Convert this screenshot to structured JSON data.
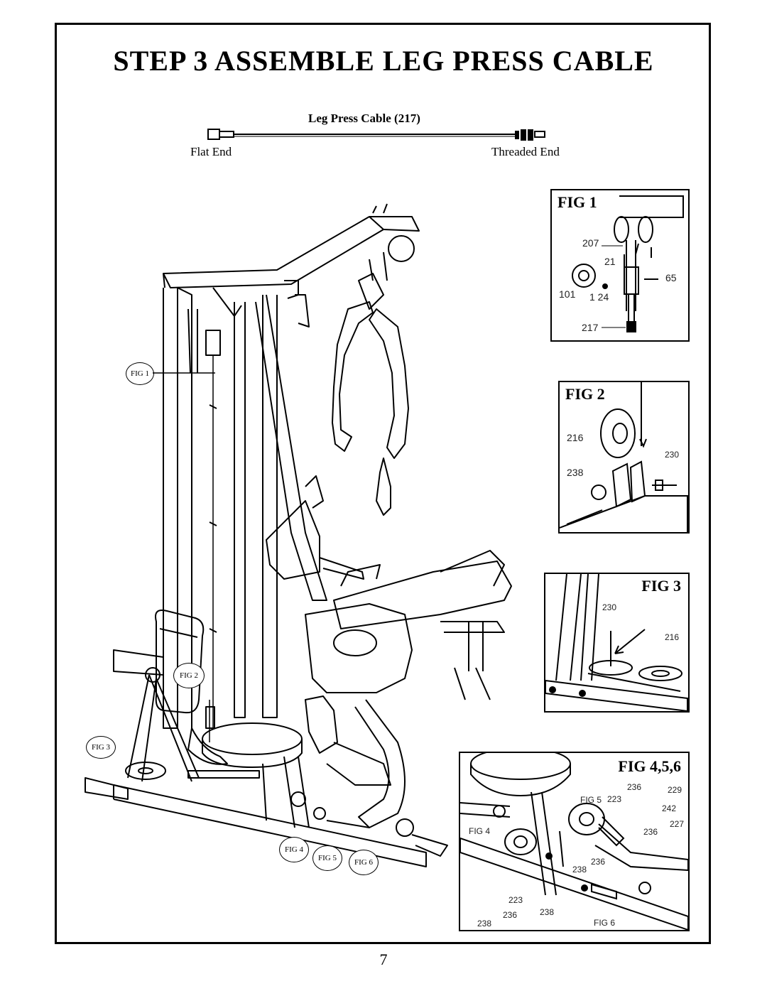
{
  "title": "STEP  3  ASSEMBLE LEG PRESS CABLE",
  "page_number": "7",
  "cable": {
    "name": "Leg Press Cable (217)",
    "left_end": "Flat End",
    "right_end": "Threaded End"
  },
  "main_callouts": {
    "fig1": "FIG 1",
    "fig2": "FIG 2",
    "fig3": "FIG 3",
    "fig4": "FIG 4",
    "fig5": "FIG 5",
    "fig6": "FIG 6"
  },
  "fig1": {
    "title": "FIG 1",
    "parts": {
      "p207": "207",
      "p21": "21",
      "p65": "65",
      "p101": "101",
      "p124": "1 24",
      "p217": "217"
    }
  },
  "fig2": {
    "title": "FIG 2",
    "parts": {
      "p216": "216",
      "p230": "230",
      "p238": "238"
    }
  },
  "fig3": {
    "title": "FIG 3",
    "parts": {
      "p230": "230",
      "p216": "216"
    }
  },
  "fig456": {
    "title": "FIG 4,5,6",
    "labels": {
      "fig5": "FIG 5",
      "fig4": "FIG 4",
      "fig6": "FIG 6"
    },
    "parts": {
      "a236": "236",
      "a229": "229",
      "a223": "223",
      "a242": "242",
      "b236": "236",
      "a227": "227",
      "c236": "236",
      "a238": "238",
      "b223": "223",
      "d236": "236",
      "b238": "238",
      "c238": "238"
    }
  }
}
